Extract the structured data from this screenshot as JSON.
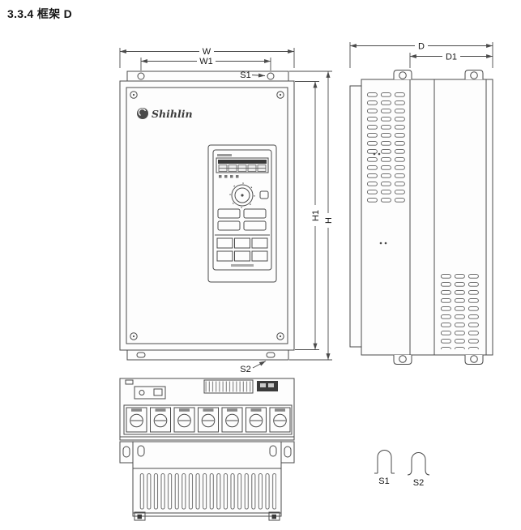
{
  "page": {
    "title": "3.3.4 框架 D"
  },
  "front_view": {
    "brand": "Shihlin"
  },
  "dimensions": {
    "width": "W",
    "width_inner": "W1",
    "height": "H",
    "height_inner": "H1",
    "depth": "D",
    "depth_inner": "D1",
    "screw_top": "S1",
    "screw_bottom": "S2"
  },
  "legend": {
    "screw_s1": "S1",
    "screw_s2": "S2"
  },
  "colors": {
    "line": "#4a4a4a",
    "fill": "#fdfdfd",
    "dark": "#3a3a3a"
  }
}
